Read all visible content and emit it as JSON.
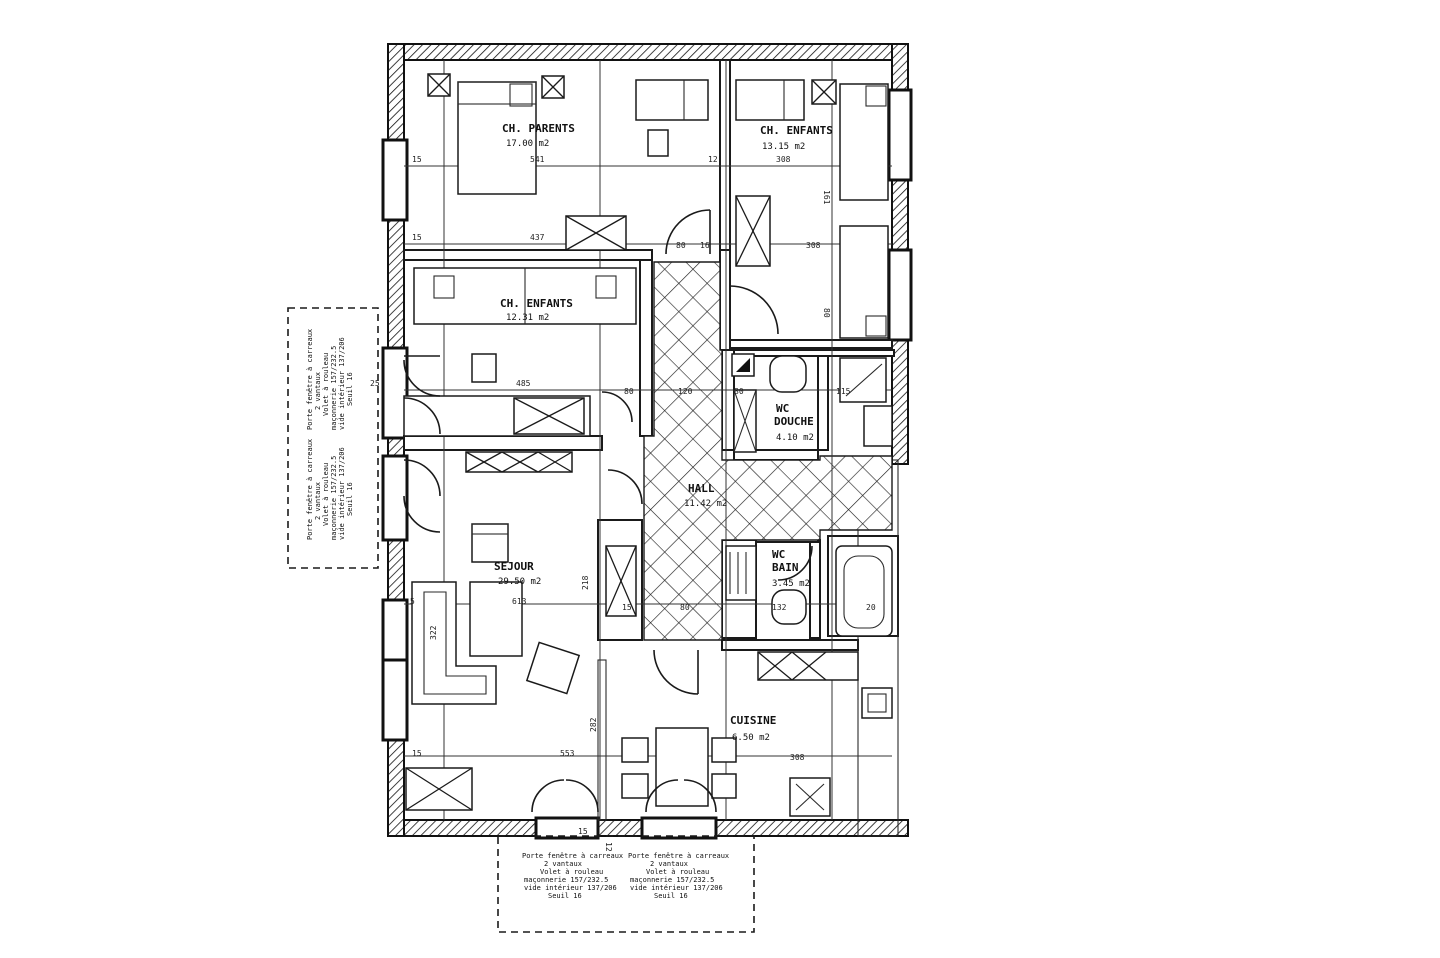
{
  "rooms": {
    "ch_parents": {
      "name": "CH. PARENTS",
      "area": "17.00 m2"
    },
    "ch_enfants_1": {
      "name": "CH. ENFANTS",
      "area": "13.15 m2"
    },
    "ch_enfants_2": {
      "name": "CH. ENFANTS",
      "area": "12.31 m2"
    },
    "wc_douche": {
      "name_1": "WC",
      "name_2": "DOUCHE",
      "area": "4.10 m2"
    },
    "hall": {
      "name": "HALL",
      "area": "11.42 m2"
    },
    "wc_bain": {
      "name_1": "WC",
      "name_2": "BAIN",
      "area": "3.45 m2"
    },
    "sejour": {
      "name": "SEJOUR",
      "area": "29.50 m2"
    },
    "cuisine": {
      "name": "CUISINE",
      "area": "6.50 m2"
    }
  },
  "dimensions": {
    "d_15a": "15",
    "d_541": "541",
    "d_12a": "12",
    "d_308a": "308",
    "d_161": "161",
    "d_15b": "15",
    "d_437": "437",
    "d_80a": "80",
    "d_16": "16",
    "d_308b": "308",
    "d_80b": "80",
    "d_25": "25",
    "d_485": "485",
    "d_120": "120",
    "d_80c": "80",
    "d_80d": "80",
    "d_115": "115",
    "d_5a": "5",
    "d_613": "613",
    "d_218": "218",
    "d_15c": "15",
    "d_80e": "80",
    "d_132": "132",
    "d_20": "20",
    "d_322": "322",
    "d_282": "282",
    "d_15d": "15",
    "d_553": "553",
    "d_308c": "308",
    "d_12b": "12",
    "d_15e": "15"
  },
  "notes": {
    "left": {
      "col1": [
        "Porte fenêtre à carreaux",
        "2 vantaux",
        "Volet à rouleau",
        "maçonnerie 157/232.5",
        "vide intérieur 137/206",
        "Seuil 16"
      ],
      "col2": [
        "Porte fenêtre à carreaux",
        "2 vantaux",
        "Volet à rouleau",
        "maçonnerie 157/232.5",
        "vide intérieur 137/206",
        "Seuil 16"
      ]
    },
    "bottom": {
      "col1": [
        "Porte fenêtre à carreaux",
        "2 vantaux",
        "Volet à rouleau",
        "maçonnerie 157/232.5",
        "vide intérieur 137/206",
        "Seuil 16"
      ],
      "col2": [
        "Porte fenêtre à carreaux",
        "2 vantaux",
        "Volet à rouleau",
        "maçonnerie 157/232.5",
        "vide intérieur 137/206",
        "Seuil 16"
      ]
    }
  }
}
